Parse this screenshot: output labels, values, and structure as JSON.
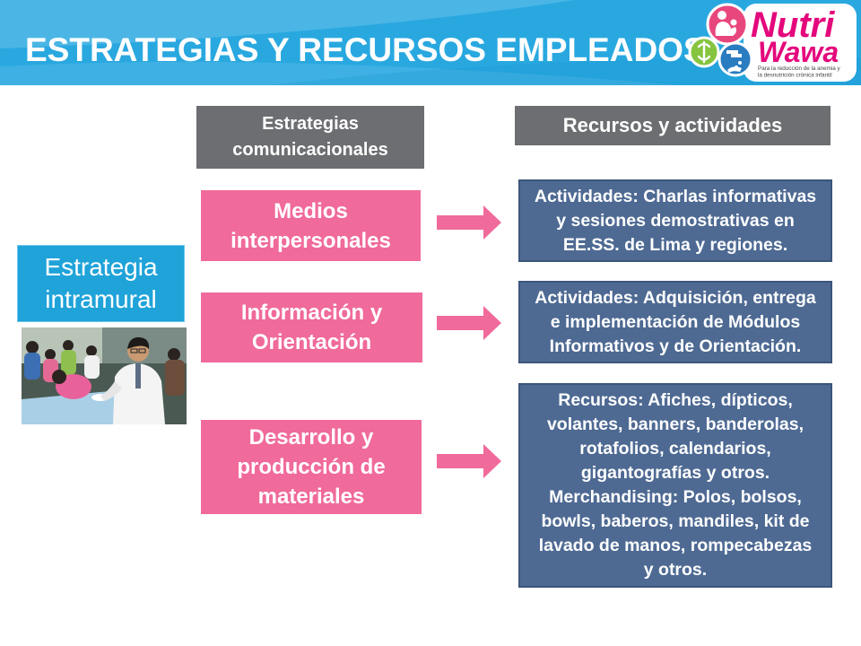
{
  "slide": {
    "title": "ESTRATEGIAS Y RECURSOS EMPLEADOS"
  },
  "logo": {
    "name_part1": "Nutri",
    "name_part2": "Wawa",
    "tagline_line1": "Para la reducción de la anemia y",
    "tagline_line2": "la desnutrición crónica infantil",
    "icons": [
      "mother-baby-icon",
      "nutrition-icon",
      "handwashing-icon"
    ]
  },
  "intramural": {
    "label": "Estrategia\nintramural"
  },
  "columns": {
    "strategies_header": "Estrategias\ncomunicacionales",
    "resources_header": "Recursos y actividades"
  },
  "rows": [
    {
      "strategy": "Medios\ninterpersonales",
      "arrow_icon": "arrow-right-icon",
      "resources": "Actividades: Charlas informativas\ny sesiones demostrativas en\nEE.SS. de Lima y regiones."
    },
    {
      "strategy": "Información y\nOrientación",
      "arrow_icon": "arrow-right-icon",
      "resources": "Actividades: Adquisición, entrega\ne implementación de Módulos\nInformativos y de Orientación."
    },
    {
      "strategy": "Desarrollo y\nproducción de\nmateriales",
      "arrow_icon": "arrow-right-icon",
      "resources": "Recursos: Afiches, dípticos,\nvolantes, banners, banderolas,\nrotafolios, calendarios,\ngigantografías y otros.\nMerchandising: Polos, bolsos,\nbowls, baberos, mandiles, kit de\nlavado de manos, rompecabezas\ny otros."
    }
  ],
  "colors": {
    "header": "#29a8e0",
    "intramural_box": "#1fa3d9",
    "column_header": "#6d6e71",
    "strategy_box": "#f06a9b",
    "arrow": "#f06a9b",
    "resource_box": "#4e6a93",
    "logo_pink": "#e4087c"
  }
}
